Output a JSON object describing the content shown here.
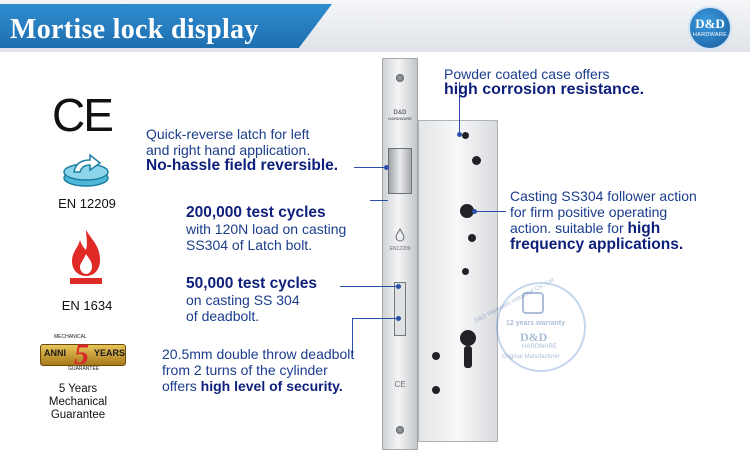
{
  "header": {
    "title": "Mortise lock display",
    "logo_line1": "D&D",
    "logo_line2": "HARDWARE"
  },
  "certifications": {
    "ce_mark": "CE",
    "en12209_label": "EN 12209",
    "en1634_label": "EN 1634",
    "badge": {
      "top": "MECHANICAL",
      "left": "ANNI",
      "number": "5",
      "right": "YEARS",
      "bottom": "GUARANTEE"
    },
    "guarantee_label": "5 Years Mechanical Guarantee"
  },
  "annotations": {
    "latch_line1": "Quick-reverse latch for left",
    "latch_line2": "and right hand application.",
    "latch_bold": "No-hassle field reversible.",
    "cycles200_bold": "200,000 test cycles",
    "cycles200_line1": "with 120N load on casting",
    "cycles200_line2": "SS304 of Latch bolt.",
    "cycles50_bold": "50,000 test cycles",
    "cycles50_line1": "on casting SS 304",
    "cycles50_line2": "of deadbolt.",
    "deadbolt_line1": "20.5mm double throw deadbolt",
    "deadbolt_line2": "from 2 turns of the cylinder",
    "deadbolt_line3_pre": "offers",
    "deadbolt_line3_bold": "high level of security.",
    "powder_line1": "Powder coated case offers",
    "powder_bold": "high corrosion resistance.",
    "casting_line1": "Casting SS304 follower action",
    "casting_line2": "for firm positive operating",
    "casting_line3_pre": "action. suitable for",
    "casting_line3_bold": "high",
    "casting_line4_bold": "frequency applications."
  },
  "faceplate": {
    "brand": "D&D",
    "brand_sub": "HARDWARE",
    "mark1": "EN12209",
    "mark2": "CE"
  },
  "watermark": {
    "arc_text": "D&D Hardware Industrial Co., Ltd",
    "warranty": "12 years warranty",
    "brand": "D&D",
    "sub": "HARDWARE",
    "bottom": "Original Manufacturer"
  },
  "colors": {
    "title_bg": "#1e6fb0",
    "text_blue": "#1b3d8c",
    "bold_blue": "#0d1f7a"
  }
}
